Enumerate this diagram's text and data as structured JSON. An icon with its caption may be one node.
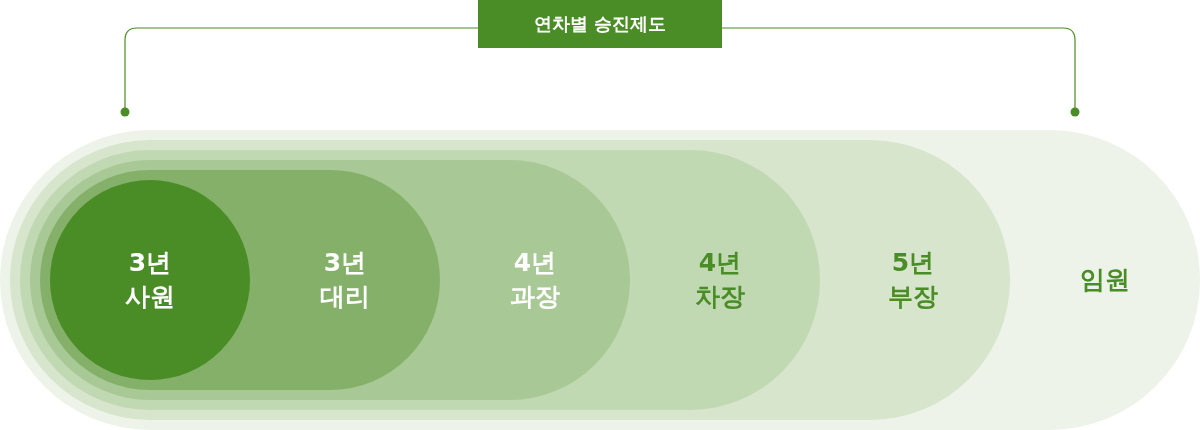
{
  "diagram": {
    "nodes": [
      {
        "text": [
          "연차별 승진제도"
        ]
      },
      {
        "text": [
          "임원"
        ]
      },
      {
        "text": [
          "5년",
          "부장"
        ],
        "in": 1
      },
      {
        "text": [
          "4년",
          "차장"
        ],
        "in": 2
      },
      {
        "text": [
          "4년",
          "과장"
        ],
        "in": 3
      },
      {
        "text": [
          "3년",
          "대리"
        ],
        "in": 4
      },
      {
        "text": [
          "3년",
          "사원"
        ],
        "in": 5
      }
    ],
    "edges": []
  }
}
